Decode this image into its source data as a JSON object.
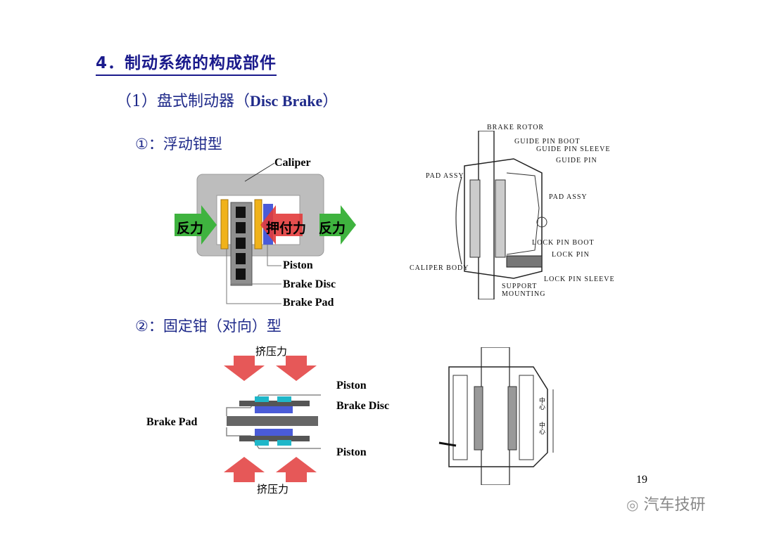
{
  "slide": {
    "title": "4．制动系统的构成部件",
    "subtitle_prefix": "（1）盘式制动器（",
    "subtitle_en": "Disc Brake",
    "subtitle_suffix": "）",
    "page_number": "19"
  },
  "section1": {
    "heading": "①：浮动钳型",
    "labels": {
      "caliper": "Caliper",
      "piston": "Piston",
      "brake_disc": "Brake Disc",
      "brake_pad": "Brake Pad",
      "reaction_left": "反力",
      "push_force": "押付力",
      "reaction_right": "反力"
    }
  },
  "tech1": {
    "brake_rotor": "BRAKE ROTOR",
    "guide_pin_boot": "GUIDE PIN BOOT",
    "guide_pin_sleeve": "GUIDE PIN SLEEVE",
    "guide_pin": "GUIDE PIN",
    "pad_assy_left": "PAD ASSY",
    "pad_assy_right": "PAD ASSY",
    "lock_pin_boot": "LOCK PIN BOOT",
    "lock_pin": "LOCK PIN",
    "caliper_body": "CALIPER BODY",
    "lock_pin_sleeve": "LOCK PIN SLEEVE",
    "support": "SUPPORT",
    "mounting": "MOUNTING"
  },
  "section2": {
    "heading": "②：固定钳（对向）型",
    "labels": {
      "squeeze_top": "挤压力",
      "squeeze_bottom": "挤压力",
      "piston_top": "Piston",
      "brake_disc": "Brake Disc",
      "brake_pad": "Brake Pad",
      "piston_bottom": "Piston"
    }
  },
  "tech2": {
    "label_top": "中心",
    "label_bottom": "中心"
  },
  "watermark": {
    "text": "汽车技研"
  },
  "colors": {
    "title_blue": "#1a1a8c",
    "arrow_green": "#3fb33f",
    "arrow_red": "#e23b3b",
    "pad_orange": "#f0b21a",
    "piston_blue": "#4a5bd8",
    "pad_cyan": "#1fb7c9",
    "caliper_gray": "#b8b8b8"
  }
}
